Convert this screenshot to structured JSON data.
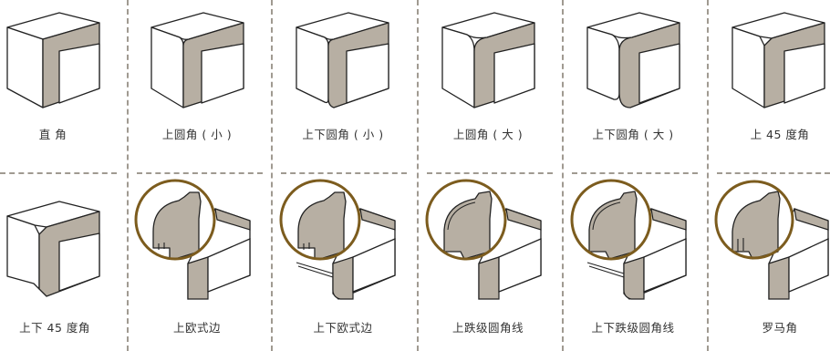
{
  "colors": {
    "face": "#ffffff",
    "stroke": "#222222",
    "stone": "#b7afa3",
    "ring": "#7c5c1e",
    "divider": "#a09a91"
  },
  "labels": {
    "r1c1": "直 角",
    "r1c2": "上圆角 ( 小 )",
    "r1c3": "上下圆角 ( 小 )",
    "r1c4": "上圆角 ( 大 )",
    "r1c5": "上下圆角 ( 大 )",
    "r1c6": "上 45 度角",
    "r2c1": "上下 45 度角",
    "r2c2": "上欧式边",
    "r2c3": "上下欧式边",
    "r2c4": "上跌级圆角线",
    "r2c5": "上下跌级圆角线",
    "r2c6": "罗马角"
  }
}
